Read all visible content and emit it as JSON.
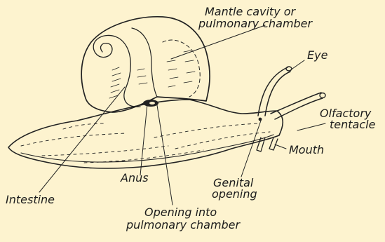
{
  "labels": {
    "mantle_line1": "Mantle cavity or",
    "mantle_line2": "pulmonary chamber",
    "eye": "Eye",
    "olfactory_line1": "Olfactory",
    "olfactory_line2": "tentacle",
    "mouth": "Mouth",
    "genital_line1": "Genital",
    "genital_line2": "opening",
    "anus": "Anus",
    "intestine": "Intestine",
    "opening_line1": "Opening into",
    "opening_line2": "pulmonary chamber"
  }
}
